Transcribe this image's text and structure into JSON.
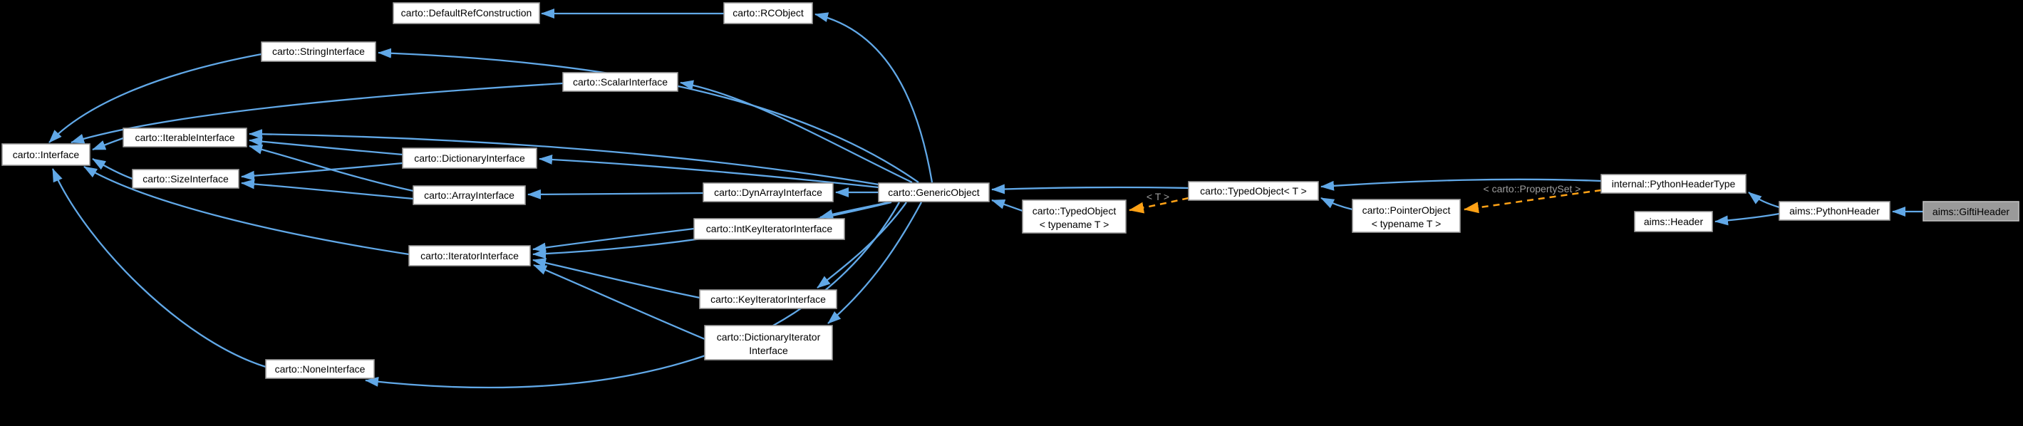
{
  "graph": {
    "background_color": "#000000",
    "edge_color": "#61a8e7",
    "template_edge_color": "#ffa216",
    "edge_label_color": "#9e9e9e",
    "node_fill": "#ffffff",
    "node_border": "#9a9a9a",
    "focus_node_fill": "#9a9a9a",
    "node_text_color": "#000000",
    "nodes": {
      "default_ref_construction": {
        "label": "carto::DefaultRefConstruction"
      },
      "rcobject": {
        "label": "carto::RCObject"
      },
      "string_interface": {
        "label": "carto::StringInterface"
      },
      "scalar_interface": {
        "label": "carto::ScalarInterface"
      },
      "interface": {
        "label": "carto::Interface"
      },
      "iterable_interface": {
        "label": "carto::IterableInterface"
      },
      "size_interface": {
        "label": "carto::SizeInterface"
      },
      "dictionary_interface": {
        "label": "carto::DictionaryInterface"
      },
      "array_interface": {
        "label": "carto::ArrayInterface"
      },
      "dynarray_interface": {
        "label": "carto::DynArrayInterface"
      },
      "generic_object": {
        "label": "carto::GenericObject"
      },
      "intkey_iterator_interface": {
        "label": "carto::IntKeyIteratorInterface"
      },
      "iterator_interface": {
        "label": "carto::IteratorInterface"
      },
      "key_iterator_interface": {
        "label": "carto::KeyIteratorInterface"
      },
      "dictionary_iterator_interface": {
        "label": "carto::DictionaryIterator",
        "label2": "Interface"
      },
      "none_interface": {
        "label": "carto::NoneInterface"
      },
      "typed_object_typename": {
        "label": "carto::TypedObject",
        "label2": "< typename T >"
      },
      "typed_object_t": {
        "label": "carto::TypedObject< T >"
      },
      "pointer_object": {
        "label": "carto::PointerObject",
        "label2": "< typename T >"
      },
      "python_header_type": {
        "label": "internal::PythonHeaderType"
      },
      "aims_header": {
        "label": "aims::Header"
      },
      "aims_python_header": {
        "label": "aims::PythonHeader"
      },
      "gifti_header": {
        "label": "aims::GiftiHeader"
      }
    },
    "edge_labels": {
      "t": "< T >",
      "property_set": "< carto::PropertySet >"
    }
  }
}
